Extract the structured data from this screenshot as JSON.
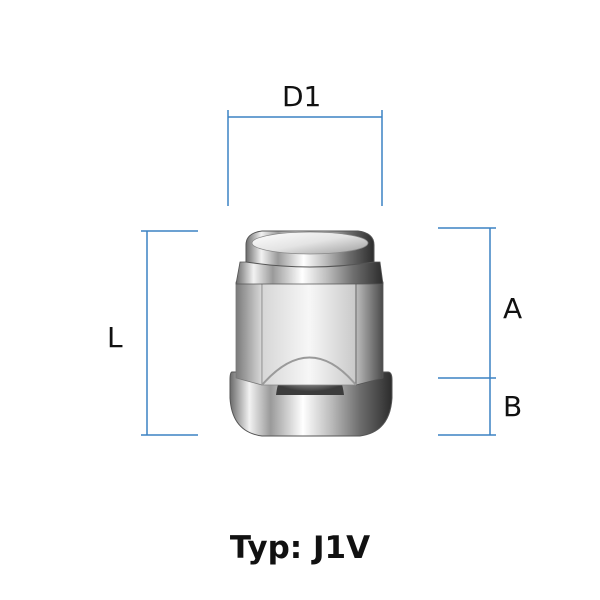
{
  "labels": {
    "d1": "D1",
    "length": "L",
    "a": "A",
    "b": "B"
  },
  "caption": "Typ: J1V",
  "colors": {
    "dimension_line": "#3b82c4",
    "text": "#111111"
  },
  "image": {
    "subject": "lug-nut-icon"
  }
}
